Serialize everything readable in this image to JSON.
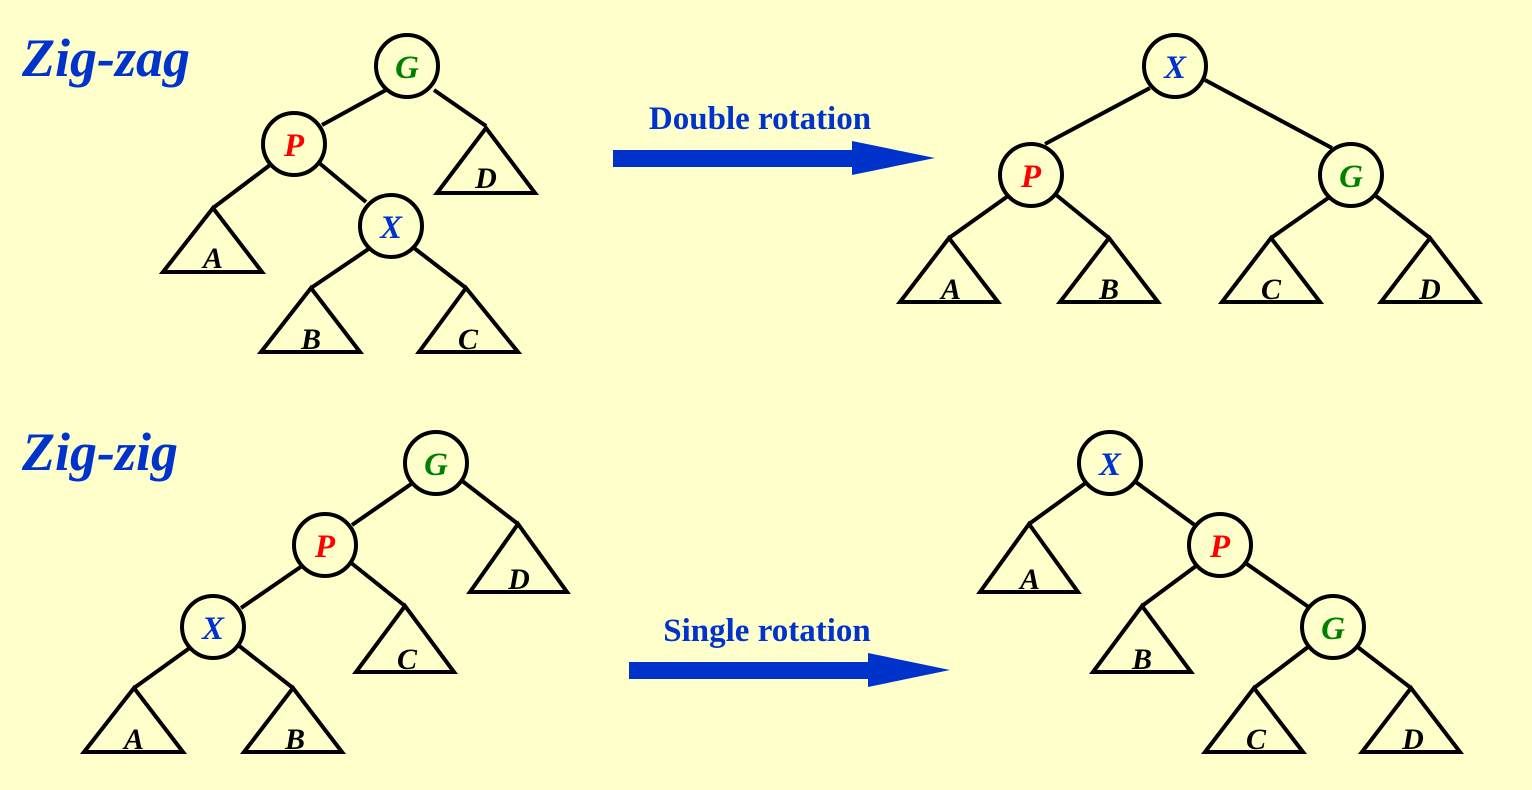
{
  "colors": {
    "background": "#FFFFCC",
    "title": "#0033CC",
    "arrow": "#0033CC",
    "G": "#008000",
    "P": "#FF0000",
    "X": "#0033CC",
    "subtree": "#000000"
  },
  "panels": [
    {
      "title": "Zig-zag",
      "arrow_label": "Double rotation",
      "before": {
        "root": "G",
        "left": "P",
        "left_right": "X",
        "subtrees": [
          "A",
          "B",
          "C",
          "D"
        ]
      },
      "after": {
        "root": "X",
        "left": "P",
        "right": "G",
        "subtrees": [
          "A",
          "B",
          "C",
          "D"
        ]
      }
    },
    {
      "title": "Zig-zig",
      "arrow_label": "Single rotation",
      "before": {
        "root": "G",
        "left": "P",
        "left_left": "X",
        "subtrees": [
          "A",
          "B",
          "C",
          "D"
        ]
      },
      "after": {
        "root": "X",
        "right": "P",
        "right_right": "G",
        "subtrees": [
          "A",
          "B",
          "C",
          "D"
        ]
      }
    }
  ]
}
